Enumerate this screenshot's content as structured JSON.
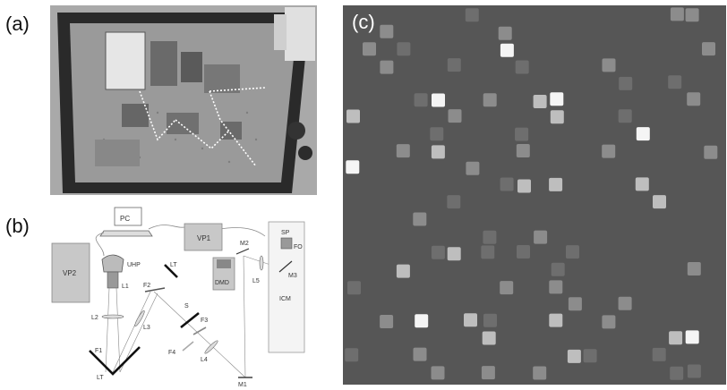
{
  "panels": {
    "a": {
      "label": "(a)"
    },
    "b": {
      "label": "(b)"
    },
    "c": {
      "label": "(c)"
    }
  },
  "schematic": {
    "labels": {
      "pc": "PC",
      "vp1": "VP1",
      "vp2": "VP2",
      "uhp": "UHP",
      "l1": "L1",
      "l2": "L2",
      "l3": "L3",
      "l4": "L4",
      "l5": "L5",
      "f1": "F1",
      "f2": "F2",
      "f3": "F3",
      "f4": "F4",
      "fo": "FO",
      "lt_top": "LT",
      "lt_bottom": "LT",
      "m1": "M1",
      "m2": "M2",
      "m3": "M3",
      "s": "S",
      "sp": "SP",
      "dmd": "DMD",
      "icm": "ICM"
    }
  },
  "colors": {
    "spot_background": "#565656",
    "schematic_box": "#c8c8c8",
    "photo_frame": "#1a1a1a"
  }
}
